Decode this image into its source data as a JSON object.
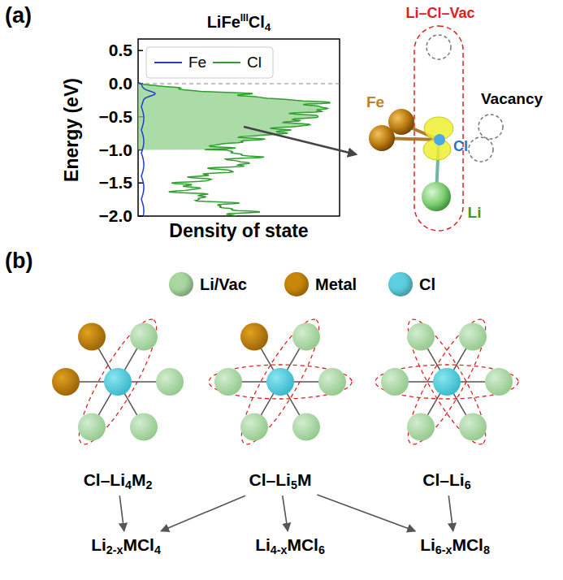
{
  "diagram": {
    "nodes": [
      {
        "text": [
          "Cl–Li4M2"
        ]
      },
      {
        "text": [
          "Cl–Li5M"
        ]
      },
      {
        "text": [
          "Cl–Li6"
        ]
      },
      {
        "text": [
          "Li2-xMCl4"
        ]
      },
      {
        "text": [
          "Li4-xMCl6"
        ]
      },
      {
        "text": [
          "Li6-xMCl8"
        ]
      }
    ],
    "edges": [
      {
        "from": 0,
        "to": 3,
        "arrow": "to"
      },
      {
        "from": 1,
        "to": 3,
        "arrow": "to"
      },
      {
        "from": 1,
        "to": 4,
        "arrow": "to"
      },
      {
        "from": 1,
        "to": 5,
        "arrow": "to"
      },
      {
        "from": 2,
        "to": 5,
        "arrow": "to"
      }
    ],
    "labels": [
      "(a)",
      "(b)",
      "LiFeIIICl4",
      "Energy (eV)",
      "Density of state",
      "0.5",
      "0.0",
      "−0.5",
      "−1.0",
      "−1.5",
      "−2.0",
      "Li–Cl–Vac",
      "Fe",
      "Vacancy",
      "Cl",
      "Li"
    ],
    "legend": [
      {
        "text": "Fe"
      },
      {
        "text": "Cl"
      },
      {
        "text": "Li/Vac",
        "color": "#a8d8a0"
      },
      {
        "text": "Metal",
        "color": "#c8860b"
      },
      {
        "text": "Cl",
        "color": "#5ccfe0"
      }
    ]
  }
}
